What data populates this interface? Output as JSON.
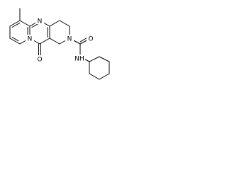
{
  "molecule": {
    "atoms": {
      "n_top": "N",
      "n_bridge": "N",
      "n_ring": "N",
      "o_ketone": "O",
      "o_amide": "O",
      "n_amide": "NH"
    }
  }
}
